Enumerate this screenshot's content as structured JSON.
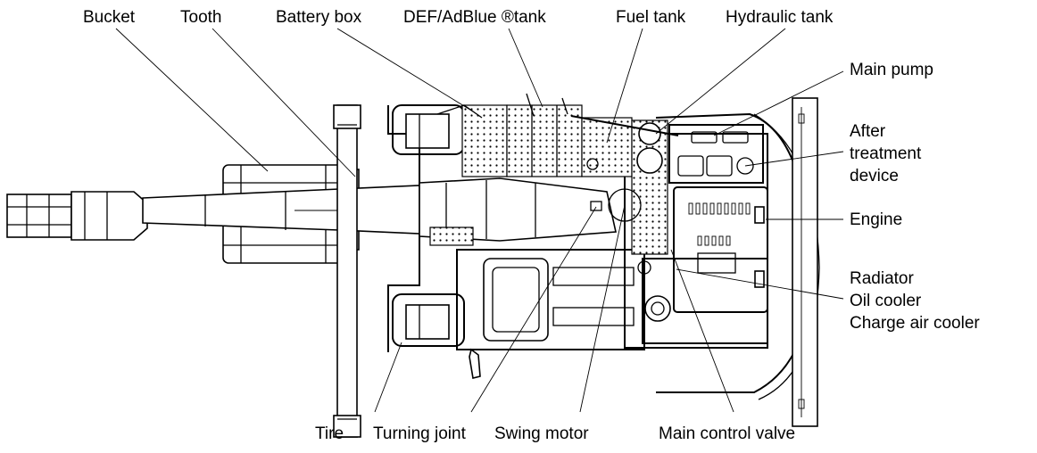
{
  "labels": {
    "bucket": "Bucket",
    "tooth": "Tooth",
    "battery_box": "Battery box",
    "def_tank": "DEF/AdBlue ®tank",
    "fuel_tank": "Fuel tank",
    "hydraulic_tank": "Hydraulic tank",
    "main_pump": "Main pump",
    "after_treatment_1": "After",
    "after_treatment_2": "treatment",
    "after_treatment_3": "device",
    "engine": "Engine",
    "radiator": "Radiator",
    "oil_cooler": "Oil cooler",
    "charge_air_cooler": "Charge air cooler",
    "tire": "Tire",
    "turning_joint": "Turning joint",
    "swing_motor": "Swing motor",
    "main_control_valve": "Main control valve"
  }
}
